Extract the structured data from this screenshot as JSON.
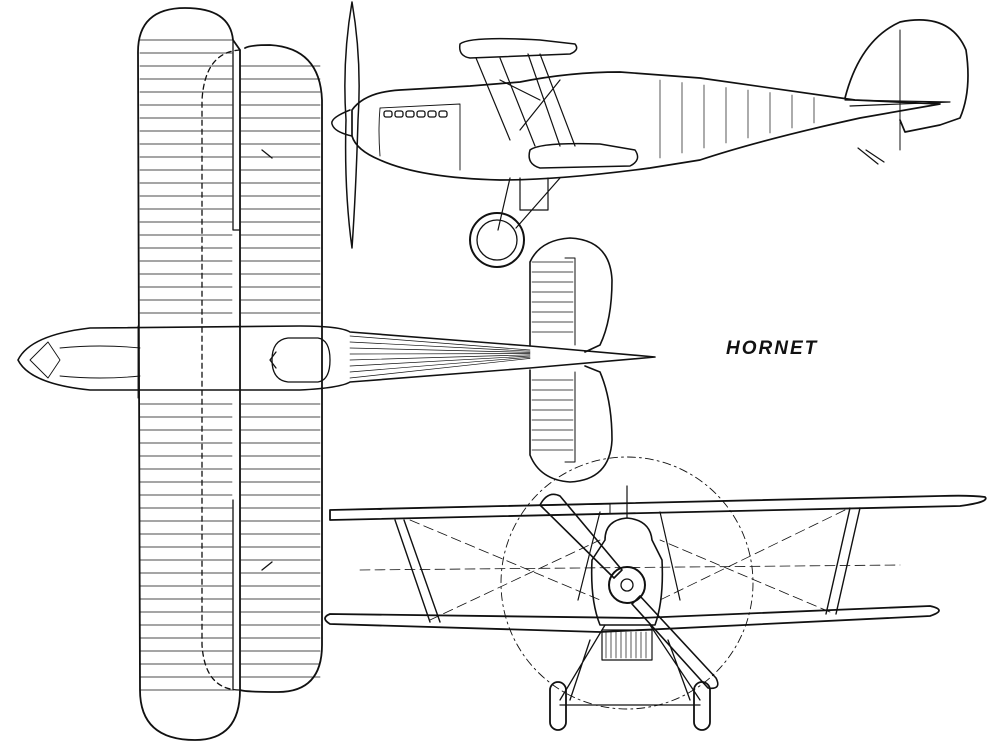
{
  "title": "HORNET",
  "colors": {
    "ink": "#111111",
    "paper": "#ffffff"
  },
  "views": [
    "top",
    "side",
    "front"
  ]
}
